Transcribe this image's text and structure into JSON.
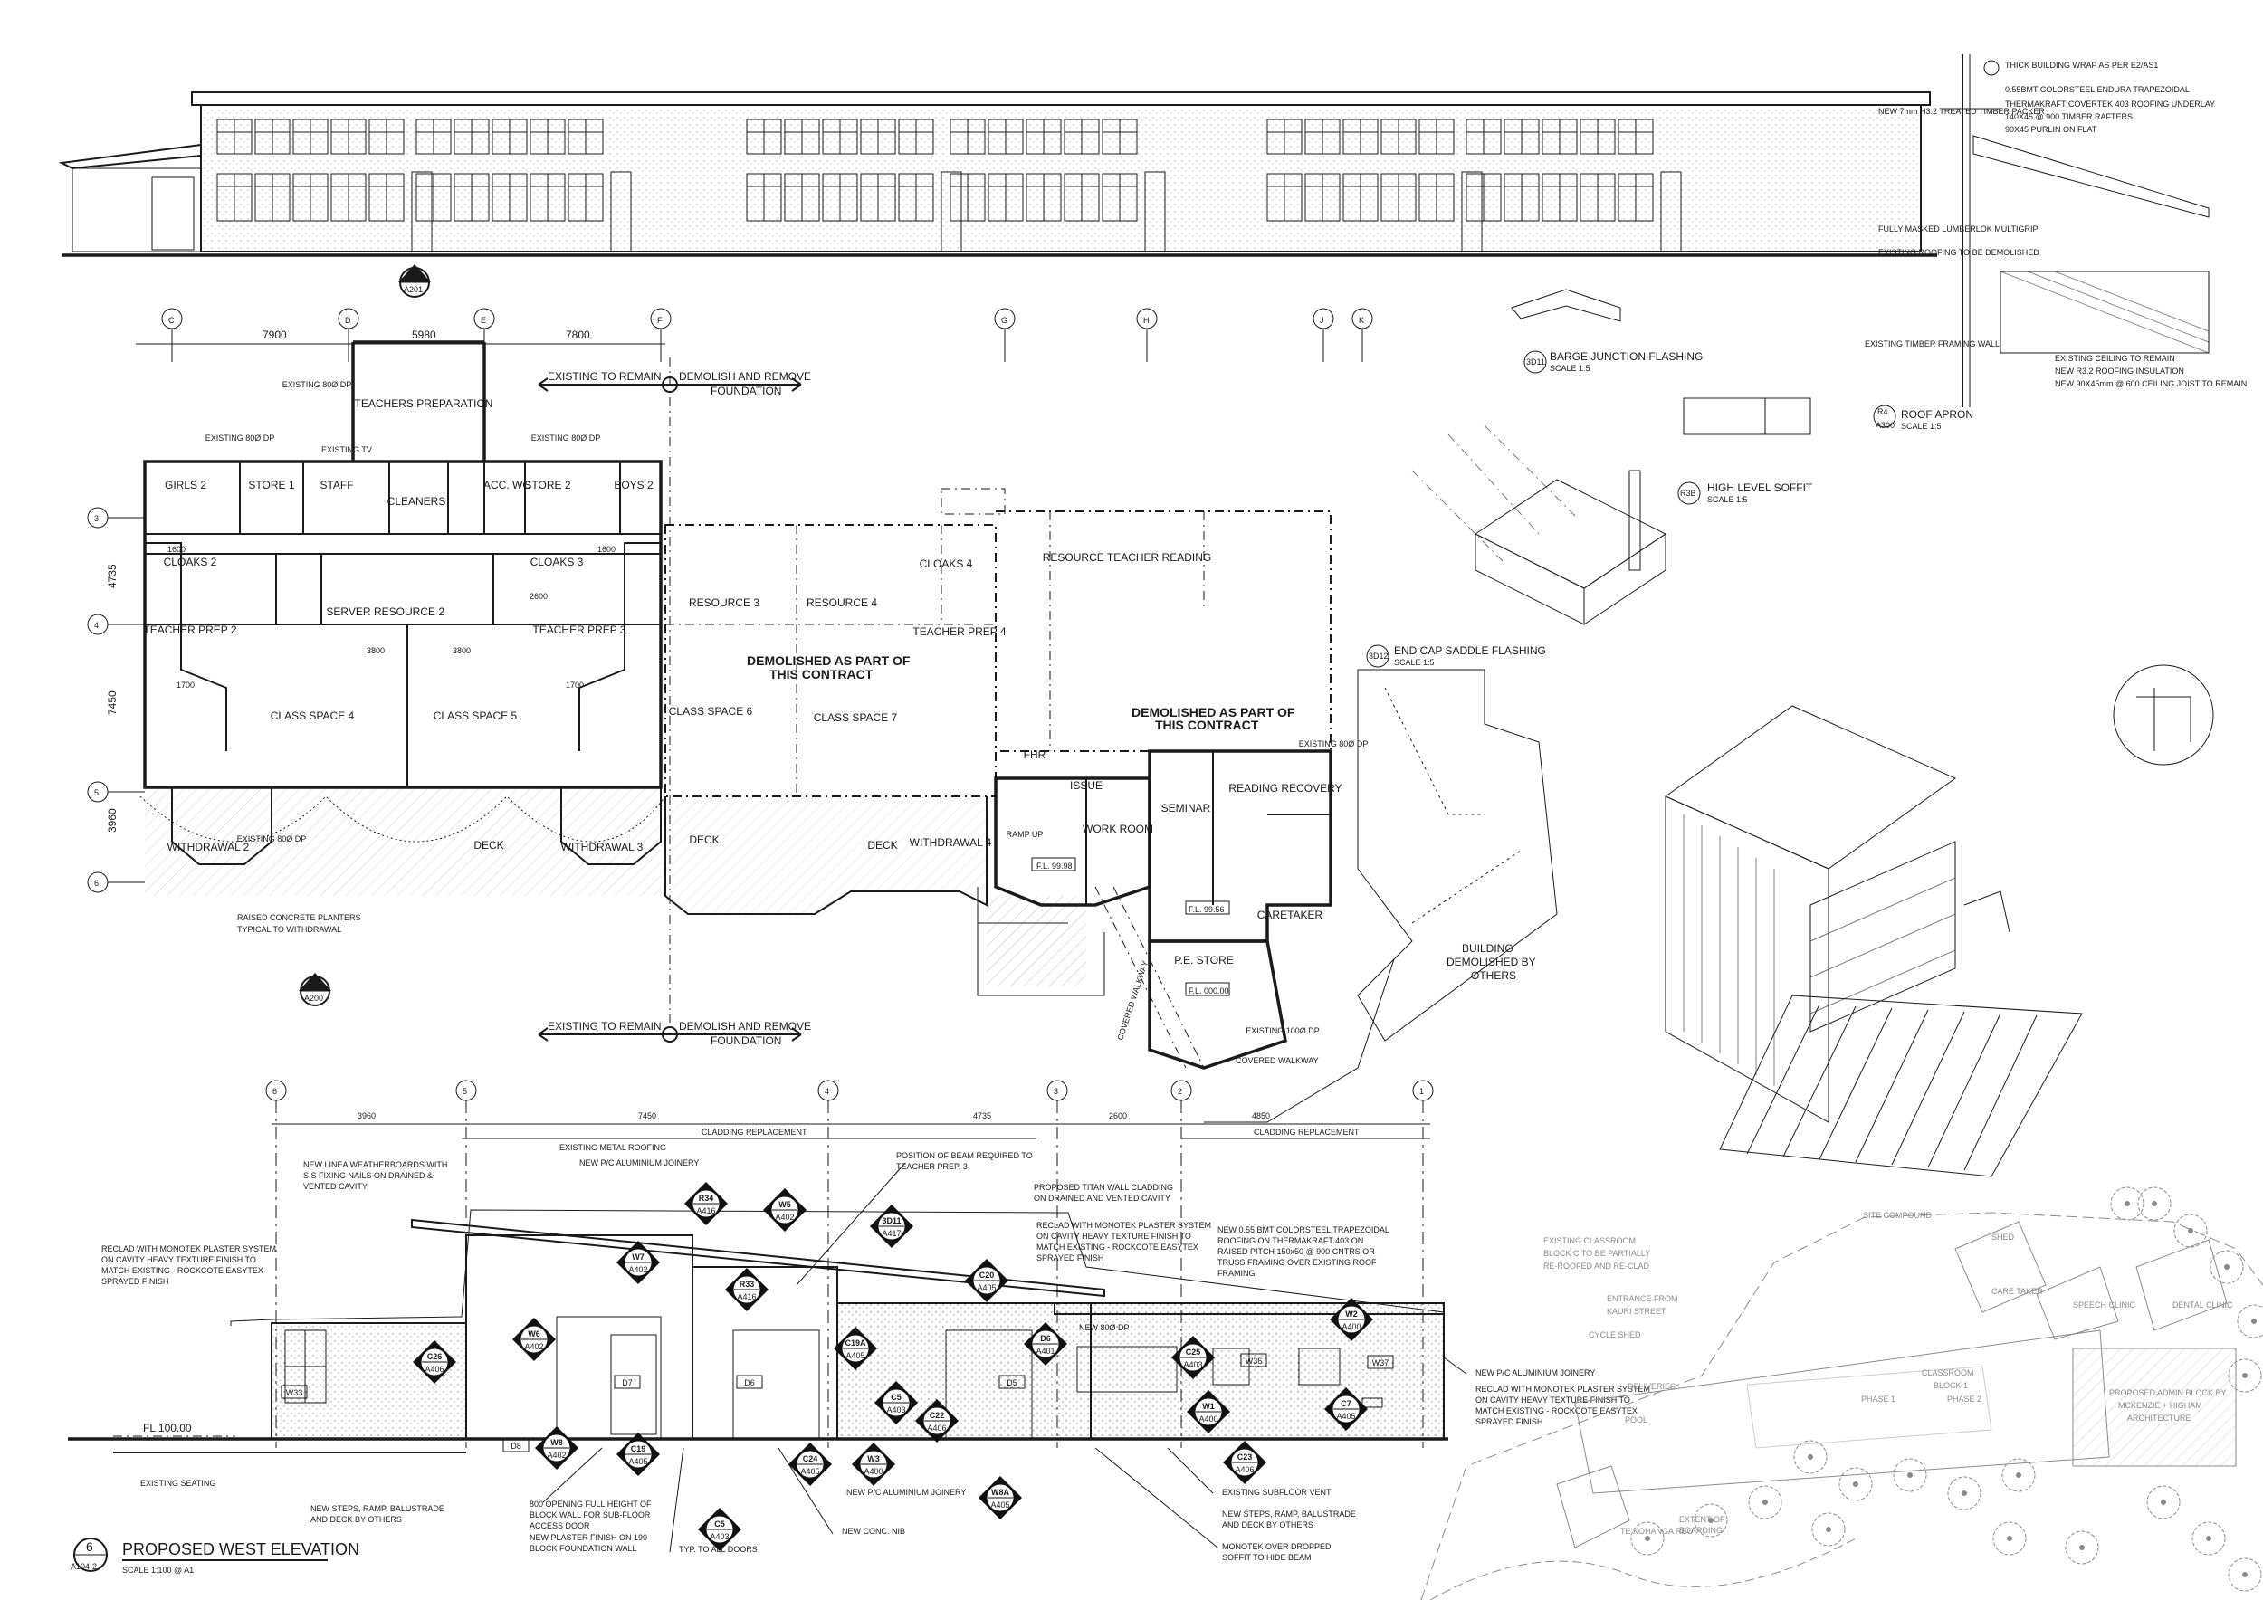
{
  "grid_top": [
    "C",
    "D",
    "E",
    "F",
    "G",
    "H",
    "J",
    "K"
  ],
  "grid_left": [
    "3",
    "4",
    "5",
    "6"
  ],
  "grid_elev": [
    "6",
    "5",
    "4",
    "3",
    "2",
    "1"
  ],
  "dims_plan": [
    "7900",
    "5980",
    "7800"
  ],
  "dims_side": [
    "4735",
    "7450",
    "3960"
  ],
  "dims_elev": [
    "3960",
    "7450",
    "4735",
    "2600",
    "4850"
  ],
  "dims_inner": [
    "3800",
    "3800",
    "1700",
    "1700",
    "1600",
    "1600",
    "2600"
  ],
  "plan_notes": {
    "existing_remain": "EXISTING TO REMAIN",
    "demolish_1": "DEMOLISH AND REMOVE",
    "demolish_2": "FOUNDATION",
    "demolished_1": "DEMOLISHED AS PART OF",
    "demolished_2": "THIS CONTRACT",
    "planters_1": "RAISED CONCRETE PLANTERS",
    "planters_2": "TYPICAL TO WITHDRAWAL",
    "building_demolished": [
      "BUILDING",
      "DEMOLISHED BY",
      "OTHERS"
    ],
    "covered_walkway": "COVERED WALKWAY",
    "ramp": "RAMP UP",
    "fl1": "F.L. 99.98",
    "fl2": "F.L. 99.56",
    "fl3": "F.L. 000.00"
  },
  "rooms": [
    "TEACHERS PREPARATION",
    "GIRLS 2",
    "STORE 1",
    "STAFF",
    "CLEANERS",
    "ACC. WC",
    "STORE 2",
    "BOYS 2",
    "CLOAKS 2",
    "CLOAKS 3",
    "SERVER",
    "RESOURCE 2",
    "TEACHER PREP 2",
    "TEACHER PREP 3",
    "CLASS SPACE 4",
    "CLASS SPACE 5",
    "WITHDRAWAL 2",
    "WITHDRAWAL 3",
    "DECK",
    "RESOURCE 3",
    "RESOURCE 4",
    "CLOAKS 4",
    "TEACHER PREP 4",
    "CLASS SPACE 6",
    "CLASS SPACE 7",
    "DECK",
    "DECK",
    "WITHDRAWAL 4",
    "RESOURCE TEACHER READING",
    "ISSUE",
    "WORK ROOM",
    "SEMINAR",
    "READING RECOVERY",
    "CARETAKER",
    "P.E. STORE",
    "FHR"
  ],
  "existing_dp": [
    "EXISTING 80Ø DP",
    "EXISTING 80Ø DP",
    "EXISTING 80Ø DP",
    "EXISTING 80Ø DP",
    "EXISTING 80Ø DP",
    "EXISTING 100Ø DP"
  ],
  "existing_tv": "EXISTING TV",
  "section_refs": [
    {
      "num": "3",
      "sheet": "A201"
    },
    {
      "num": "1",
      "sheet": "A200"
    }
  ],
  "details": {
    "barge": "BARGE JUNCTION FLASHING",
    "barge_ref": "3D11",
    "soffit": "HIGH LEVEL SOFFIT",
    "soffit_ref": "R3B",
    "endcap": "END CAP SADDLE FLASHING",
    "endcap_ref": "3D12",
    "apron": "ROOF APRON",
    "apron_ref": "R4",
    "apron_sheet": "A300",
    "scale": "SCALE 1:5",
    "roof_notes": [
      "THICK BUILDING WRAP AS PER E2/AS1",
      "NEW 7mm H3.2 TREATED TIMBER PACKER",
      "0.55BMT COLORSTEEL ENDURA TRAPEZOIDAL",
      "THERMAKRAFT COVERTEK 403 ROOFING UNDERLAY",
      "140X45 @ 900 TIMBER RAFTERS",
      "90X45 PURLIN ON FLAT",
      "FULLY MASKED LUMBERLOK MULTIGRIP",
      "EXISTING ROOFING TO BE DEMOLISHED",
      "EXISTING TIMBER FRAMING WALL",
      "EXISTING CEILING TO REMAIN",
      "NEW R3.2 ROOFING INSULATION",
      "NEW 90X45mm @ 600 CEILING JOIST TO REMAIN"
    ]
  },
  "elevation_notes": {
    "title": "PROPOSED WEST ELEVATION",
    "title_num": "6",
    "title_sheet": "A104-2",
    "scale": "SCALE 1:100 @ A1",
    "cladding": "CLADDING REPLACEMENT",
    "fl": "FL 100.00",
    "notes": [
      "EXISTING METAL ROOFING",
      "NEW LINEA WEATHERBOARDS WITH",
      "S.S FIXING NAILS ON DRAINED &",
      "VENTED CAVITY",
      "NEW P/C ALUMINIUM JOINERY",
      "POSITION OF BEAM REQUIRED TO",
      "TEACHER PREP. 3",
      "PROPOSED TITAN WALL CLADDING",
      "ON DRAINED AND VENTED CAVITY",
      "RECLAD WITH MONOTEK PLASTER SYSTEM",
      "ON CAVITY HEAVY TEXTURE FINISH TO",
      "MATCH EXISTING - ROCKCOTE EASYTEX",
      "SPRAYED FINISH",
      "NEW 0.55 BMT COLORSTEEL TRAPEZOIDAL",
      "ROOFING ON THERMAKRAFT 403 ON",
      "RAISED PITCH 150x50 @ 900 CNTRS OR",
      "TRUSS FRAMING OVER EXISTING ROOF",
      "FRAMING",
      "NEW 80Ø DP",
      "EXISTING SEATING",
      "NEW STEPS, RAMP, BALUSTRADE",
      "AND DECK BY OTHERS",
      "800 OPENING FULL HEIGHT OF",
      "BLOCK WALL FOR SUB-FLOOR",
      "ACCESS DOOR",
      "NEW PLASTER FINISH ON 190",
      "BLOCK FOUNDATION WALL",
      "TYP. TO ALL DOORS",
      "NEW CONC. NIB",
      "EXISTING SUBFLOOR VENT",
      "MONOTEK OVER DROPPED",
      "SOFFIT TO HIDE BEAM"
    ],
    "tags": [
      "W6",
      "A402",
      "W7",
      "A402",
      "R34",
      "A416",
      "W5",
      "A402",
      "3D11",
      "A417",
      "R33",
      "A416",
      "C20",
      "A405",
      "C26",
      "A406",
      "W8",
      "A402",
      "C19",
      "A405",
      "C19A",
      "A405",
      "C5",
      "A403",
      "D6",
      "A401",
      "C22",
      "A406",
      "C24",
      "A405",
      "W3",
      "A400",
      "C25",
      "A403",
      "W1",
      "A400",
      "W2",
      "A400",
      "C7",
      "A405",
      "C23",
      "A406",
      "W8A",
      "A405",
      "C5",
      "A403"
    ],
    "doors": [
      "D7",
      "D8",
      "D6",
      "D5",
      "W33",
      "W36",
      "W37"
    ]
  },
  "site_plan": {
    "labels": [
      "SITE COMPOUND",
      "EXISTING CLASSROOM",
      "BLOCK C TO BE PARTIALLY",
      "RE-ROOFED AND RE-CLAD",
      "ENTRANCE FROM",
      "KAURI STREET",
      "DELIVERIES",
      "CLASSROOM",
      "BLOCK 1",
      "PHASE 1",
      "PHASE 2",
      "CYCLE SHED",
      "SHED",
      "CARE TAKER",
      "SPEECH CLINIC",
      "DENTAL CLINIC",
      "PROPOSED ADMIN BLOCK BY",
      "MCKENZIE + HIGHAM",
      "ARCHITECTURE",
      "POOL",
      "TE KOHANGA REO",
      "EXTENT OF",
      "BOARDING"
    ]
  }
}
